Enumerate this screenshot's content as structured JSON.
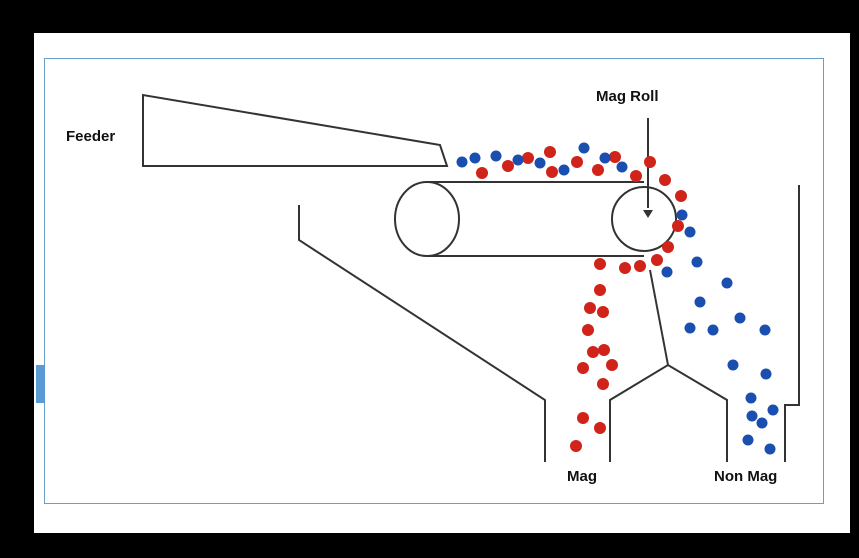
{
  "labels": {
    "feeder": "Feeder",
    "mag_roll": "Mag Roll",
    "mag": "Mag",
    "non_mag": "Non Mag"
  },
  "colors": {
    "magnetic_particle": "#d0231a",
    "non_magnetic_particle": "#1a4fb0",
    "line": "#333333",
    "panel_border": "#6a9fc6"
  }
}
